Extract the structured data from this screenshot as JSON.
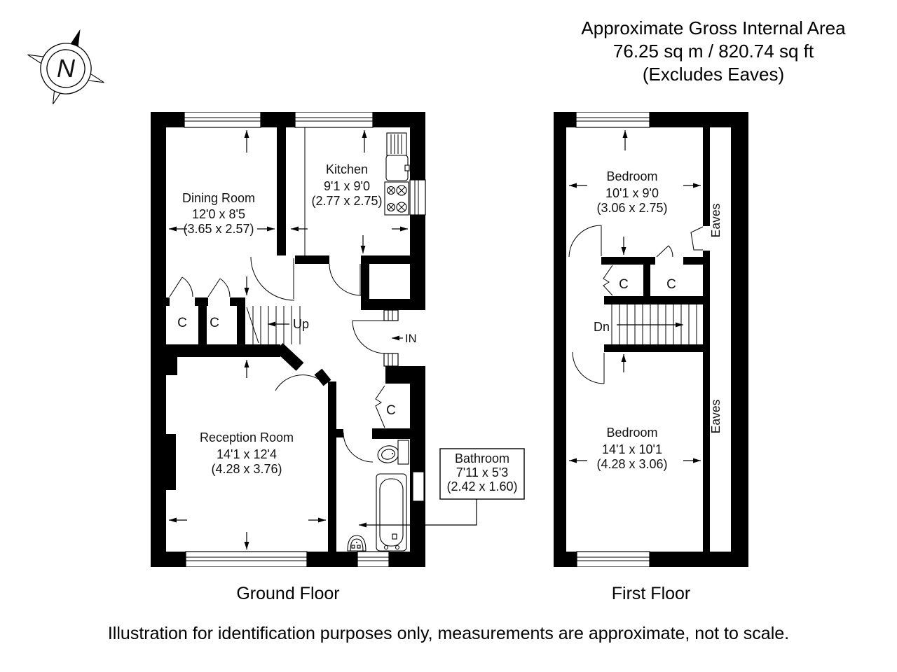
{
  "header": {
    "line1": "Approximate Gross Internal Area",
    "line2": "76.25 sq m / 820.74 sq ft",
    "line3": "(Excludes Eaves)"
  },
  "compass": {
    "north_label": "N"
  },
  "ground_floor": {
    "title": "Ground Floor",
    "dining_room": {
      "name": "Dining Room",
      "imperial": "12'0 x 8'5",
      "metric": "(3.65 x 2.57)"
    },
    "kitchen": {
      "name": "Kitchen",
      "imperial": "9'1 x 9'0",
      "metric": "(2.77 x 2.75)"
    },
    "reception_room": {
      "name": "Reception Room",
      "imperial": "14'1 x 12'4",
      "metric": "(4.28 x 3.76)"
    },
    "bathroom": {
      "name": "Bathroom",
      "imperial": "7'11 x 5'3",
      "metric": "(2.42 x 1.60)"
    },
    "stairs_label": "Up",
    "entrance_label": "IN",
    "closet_label": "C"
  },
  "first_floor": {
    "title": "First Floor",
    "bedroom1": {
      "name": "Bedroom",
      "imperial": "10'1 x 9'0",
      "metric": "(3.06 x 2.75)"
    },
    "bedroom2": {
      "name": "Bedroom",
      "imperial": "14'1 x 10'1",
      "metric": "(4.28 x 3.06)"
    },
    "stairs_label": "Dn",
    "eaves_label": "Eaves",
    "closet_label": "C"
  },
  "footer": {
    "disclaimer": "Illustration for identification purposes only, measurements are approximate, not to scale."
  },
  "colors": {
    "wall": "#000000",
    "background": "#ffffff",
    "text": "#111111"
  }
}
